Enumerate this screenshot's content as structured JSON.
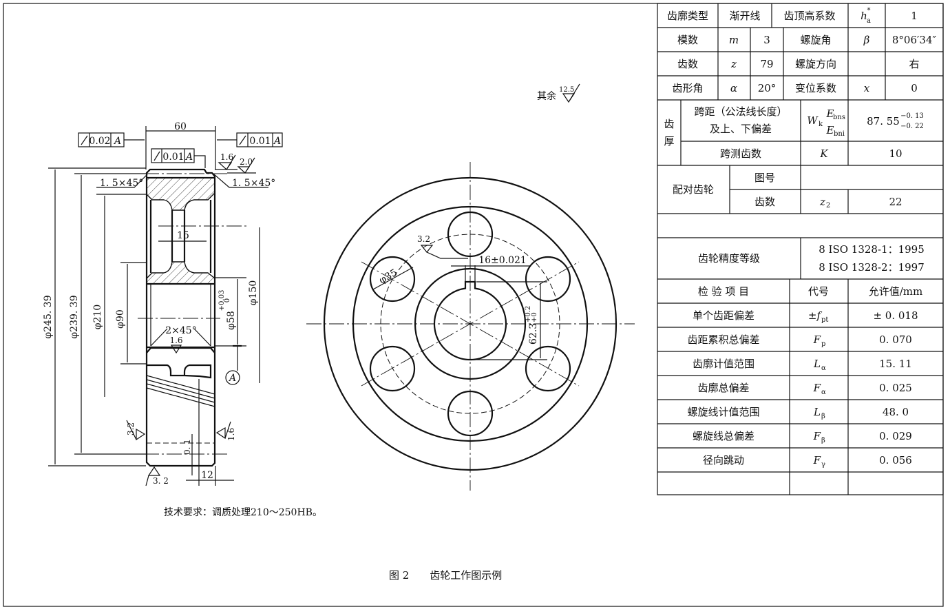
{
  "figure": {
    "caption": "图 2　　齿轮工作图示例",
    "tech_requirement": "技术要求：调质处理210～250HB。",
    "other_roughness_label": "其余",
    "other_roughness_value": "12.5"
  },
  "side_view": {
    "width_dim": "60",
    "runout_left": {
      "value": "0.02",
      "datum": "A"
    },
    "runout_right": {
      "value": "0.01",
      "datum": "A"
    },
    "runout_top": {
      "value": "0.01",
      "datum": "A"
    },
    "roughness_top_a": "1.6",
    "roughness_top_b": "2.0",
    "chamfer_left": "1. 5×45°",
    "chamfer_right": "1. 5×45°",
    "dia_245": "φ245. 39",
    "dia_239": "φ239. 39",
    "dia_210": "φ210",
    "dia_90": "φ90",
    "dia_58": "φ58",
    "dia_58_tol_upper": "+0.03",
    "dia_58_tol_lower": "0",
    "dia_150": "φ150",
    "web_width": "15",
    "bore_chamfer": "2×45°",
    "roughness_bore": "1.6",
    "datum_label": "A",
    "roughness_left_face": "3.2",
    "roughness_right_face": "1.6",
    "roughness_bottom": "3. 2",
    "depth_dim": "0. 1",
    "offset_dim": "12"
  },
  "front_view": {
    "hole_dia": "φ35",
    "roughness_keyway": "3.2",
    "keyway_width": "16±0.021",
    "keyway_depth": "62.3",
    "keyway_depth_tol_upper": "+0.2",
    "keyway_depth_tol_lower": "+0"
  },
  "table": {
    "r1": [
      "齿廓类型",
      "渐开线",
      "齿顶高系数",
      "h",
      "a",
      "*",
      "1"
    ],
    "r2": [
      "模数",
      "m",
      "3",
      "螺旋角",
      "β",
      "8°06′34″"
    ],
    "r3": [
      "齿数",
      "z",
      "79",
      "螺旋方向",
      "",
      "右"
    ],
    "r4": [
      "齿形角",
      "α",
      "20°",
      "变位系数",
      "x",
      "0"
    ],
    "thickness_label_1": "齿",
    "thickness_label_2": "厚",
    "span_label_1": "跨距（公法线长度）",
    "span_label_2": "及上、下偏差",
    "span_symbol": "W",
    "span_symbol_sub": "k",
    "span_upper_sym": "E",
    "span_upper_sub": "bns",
    "span_lower_sym": "E",
    "span_lower_sub": "bni",
    "span_value": "87. 55",
    "span_tol_upper": "−0. 13",
    "span_tol_lower": "−0. 22",
    "span_teeth_label": "跨测齿数",
    "span_teeth_symbol": "K",
    "span_teeth_value": "10",
    "mating_label": "配对齿轮",
    "mating_drawing_label": "图号",
    "mating_teeth_label": "齿数",
    "mating_teeth_symbol": "z",
    "mating_teeth_sub": "2",
    "mating_teeth_value": "22",
    "accuracy_label": "齿轮精度等级",
    "accuracy_1": "8 ISO 1328-1：1995",
    "accuracy_2": "8 ISO 1328-2：1997",
    "inspect_header": [
      "检 验 项 目",
      "代号",
      "允许值/mm"
    ],
    "inspect_rows": [
      {
        "item": "单个齿距偏差",
        "sym": "±f",
        "sub": "pt",
        "value": "± 0. 018"
      },
      {
        "item": "齿距累积总偏差",
        "sym": "F",
        "sub": "p",
        "value": "0. 070"
      },
      {
        "item": "齿廓计值范围",
        "sym": "L",
        "sub": "α",
        "value": "15. 11"
      },
      {
        "item": "齿廓总偏差",
        "sym": "F",
        "sub": "α",
        "value": "0. 025"
      },
      {
        "item": "螺旋线计值范围",
        "sym": "L",
        "sub": "β",
        "value": "48. 0"
      },
      {
        "item": "螺旋线总偏差",
        "sym": "F",
        "sub": "β",
        "value": "0. 029"
      },
      {
        "item": "径向跳动",
        "sym": "F",
        "sub": "γ",
        "value": "0. 056"
      }
    ]
  }
}
